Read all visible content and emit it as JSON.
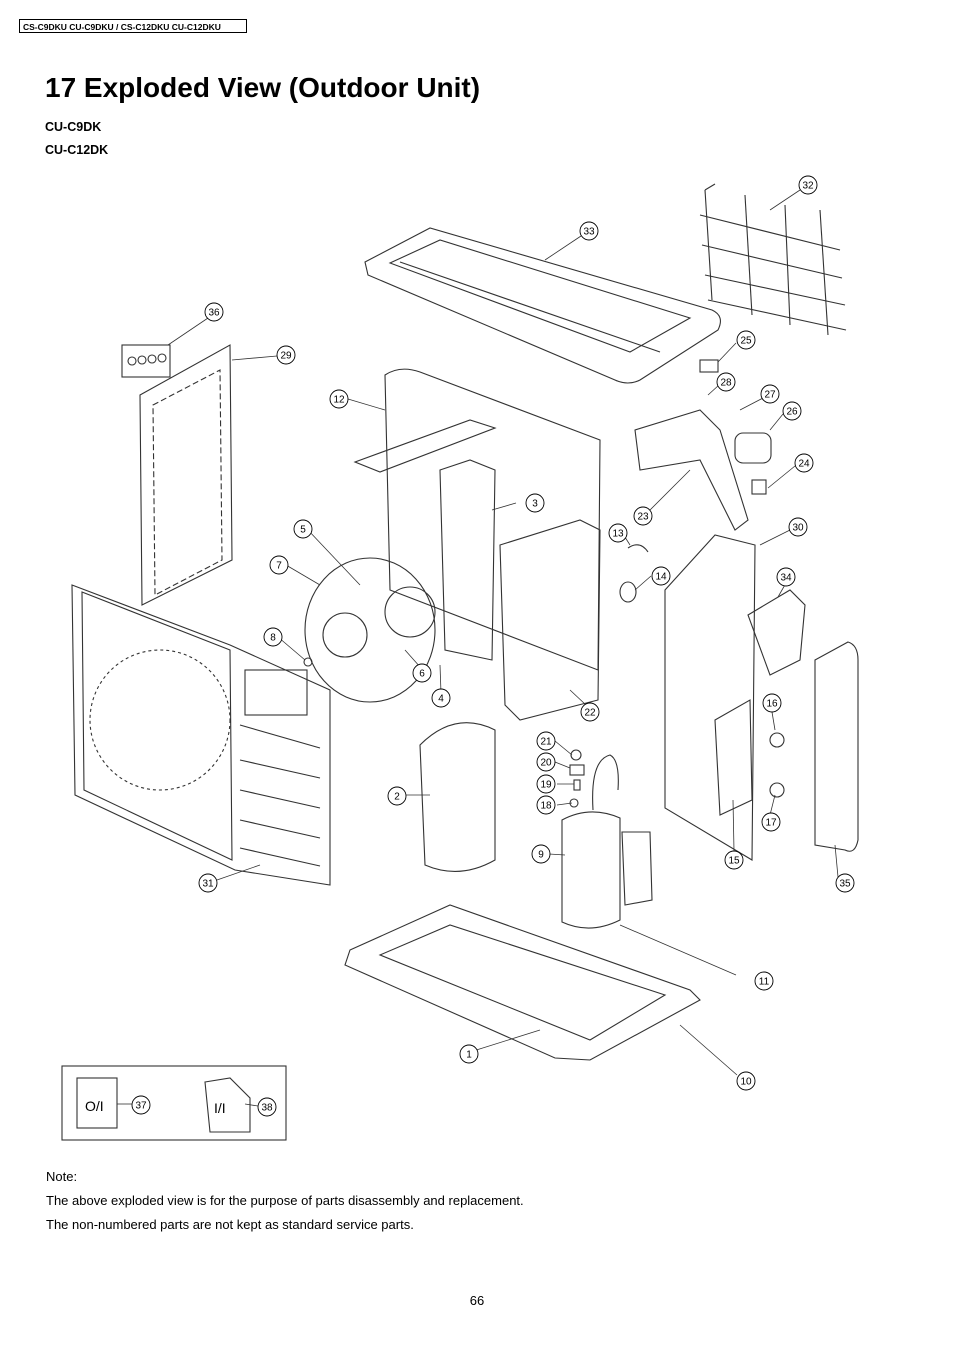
{
  "header": {
    "models": "CS-C9DKU CU-C9DKU / CS-C12DKU CU-C12DKU"
  },
  "title": "17 Exploded View (Outdoor Unit)",
  "models": [
    "CU-C9DK",
    "CU-C12DK"
  ],
  "diagram": {
    "callouts": [
      "1",
      "2",
      "3",
      "4",
      "5",
      "6",
      "7",
      "8",
      "9",
      "10",
      "11",
      "12",
      "13",
      "14",
      "15",
      "16",
      "17",
      "18",
      "19",
      "20",
      "21",
      "22",
      "23",
      "24",
      "25",
      "26",
      "27",
      "28",
      "29",
      "30",
      "31",
      "32",
      "33",
      "34",
      "35",
      "36",
      "37",
      "38"
    ],
    "accessory_labels": {
      "operating_instructions": "O/I",
      "installation_instructions": "I/I"
    }
  },
  "note": {
    "heading": "Note:",
    "lines": [
      "The above exploded view is for the purpose of parts disassembly and replacement.",
      "The non-numbered parts are not kept as standard service parts."
    ]
  },
  "page_number": "66"
}
